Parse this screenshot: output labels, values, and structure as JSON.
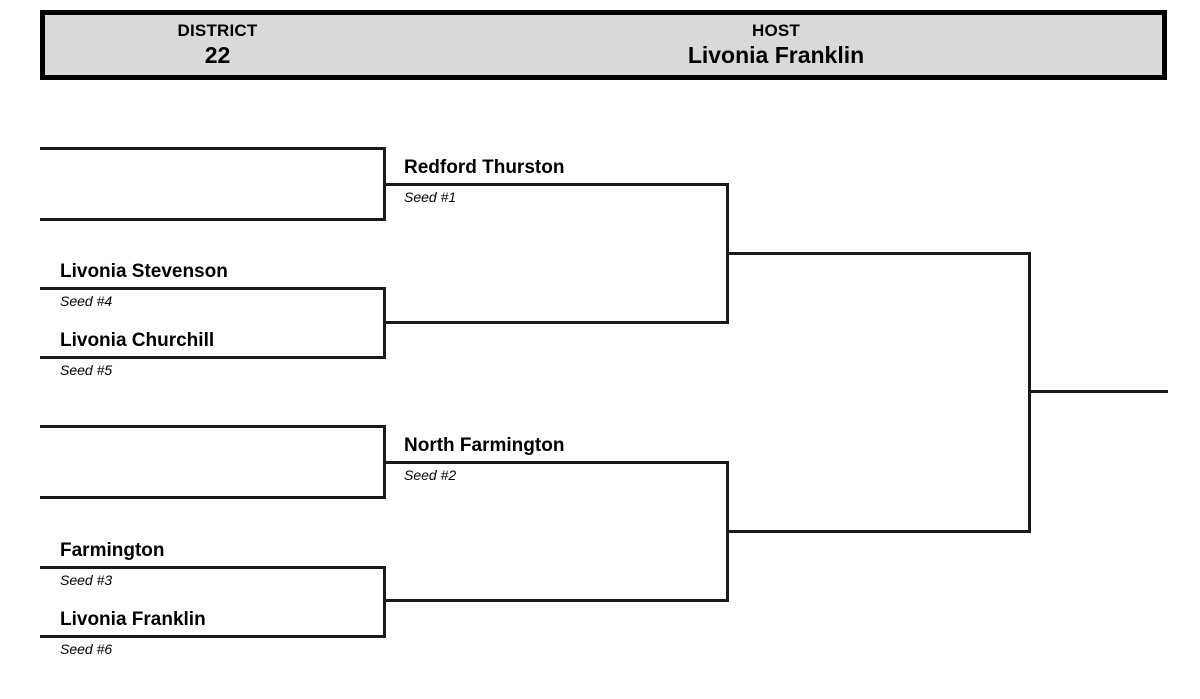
{
  "header": {
    "district_label": "DISTRICT",
    "district_value": "22",
    "host_label": "HOST",
    "host_value": "Livonia Franklin"
  },
  "bracket": {
    "round1": [
      {
        "name": "",
        "seed": ""
      },
      {
        "name": "",
        "seed": ""
      },
      {
        "name": "Livonia Stevenson",
        "seed": "Seed #4"
      },
      {
        "name": "Livonia Churchill",
        "seed": "Seed #5"
      },
      {
        "name": "",
        "seed": ""
      },
      {
        "name": "",
        "seed": ""
      },
      {
        "name": "Farmington",
        "seed": "Seed #3"
      },
      {
        "name": "Livonia Franklin",
        "seed": "Seed #6"
      }
    ],
    "round2": [
      {
        "name": "Redford Thurston",
        "seed": "Seed #1"
      },
      {
        "name": "",
        "seed": ""
      },
      {
        "name": "North Farmington",
        "seed": "Seed #2"
      },
      {
        "name": "",
        "seed": ""
      }
    ],
    "final": [
      {
        "name": "",
        "seed": ""
      },
      {
        "name": "",
        "seed": ""
      }
    ],
    "champion": {
      "name": "",
      "seed": ""
    }
  },
  "colors": {
    "header_fill": "#d9d9d9",
    "line": "#1a1a1a",
    "border": "#000000",
    "page": "#ffffff"
  }
}
